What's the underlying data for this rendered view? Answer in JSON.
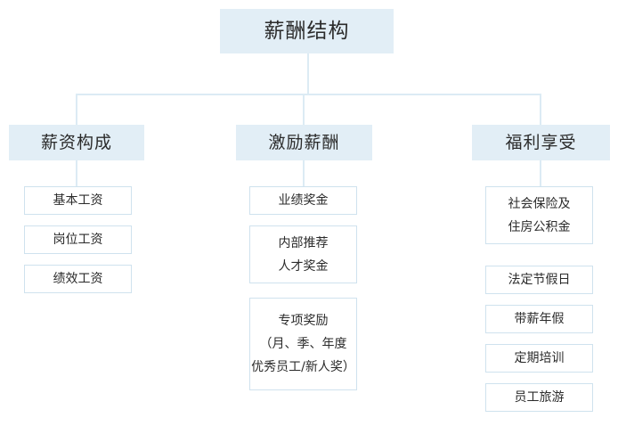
{
  "diagram": {
    "type": "organizational-tree",
    "title": "薪酬结构",
    "colors": {
      "node_fill": "#e2eef6",
      "leaf_fill": "#ffffff",
      "leaf_border": "#cfe2ee",
      "connector": "#dcebf4",
      "text": "#2b2b2b",
      "background": "#ffffff"
    },
    "root": {
      "label": "薪酬结构"
    },
    "branches": [
      {
        "label": "薪资构成",
        "children": [
          {
            "lines": [
              "基本工资"
            ]
          },
          {
            "lines": [
              "岗位工资"
            ]
          },
          {
            "lines": [
              "绩效工资"
            ]
          }
        ]
      },
      {
        "label": "激励薪酬",
        "children": [
          {
            "lines": [
              "业绩奖金"
            ]
          },
          {
            "lines": [
              "内部推荐",
              "人才奖金"
            ]
          },
          {
            "lines": [
              "专项奖励",
              "（月、季、年度",
              "优秀员工/新人奖）"
            ]
          }
        ]
      },
      {
        "label": "福利享受",
        "children": [
          {
            "lines": [
              "社会保险及",
              "住房公积金"
            ]
          },
          {
            "lines": [
              "法定节假日"
            ]
          },
          {
            "lines": [
              "带薪年假"
            ]
          },
          {
            "lines": [
              "定期培训"
            ]
          },
          {
            "lines": [
              "员工旅游"
            ]
          }
        ]
      }
    ]
  }
}
